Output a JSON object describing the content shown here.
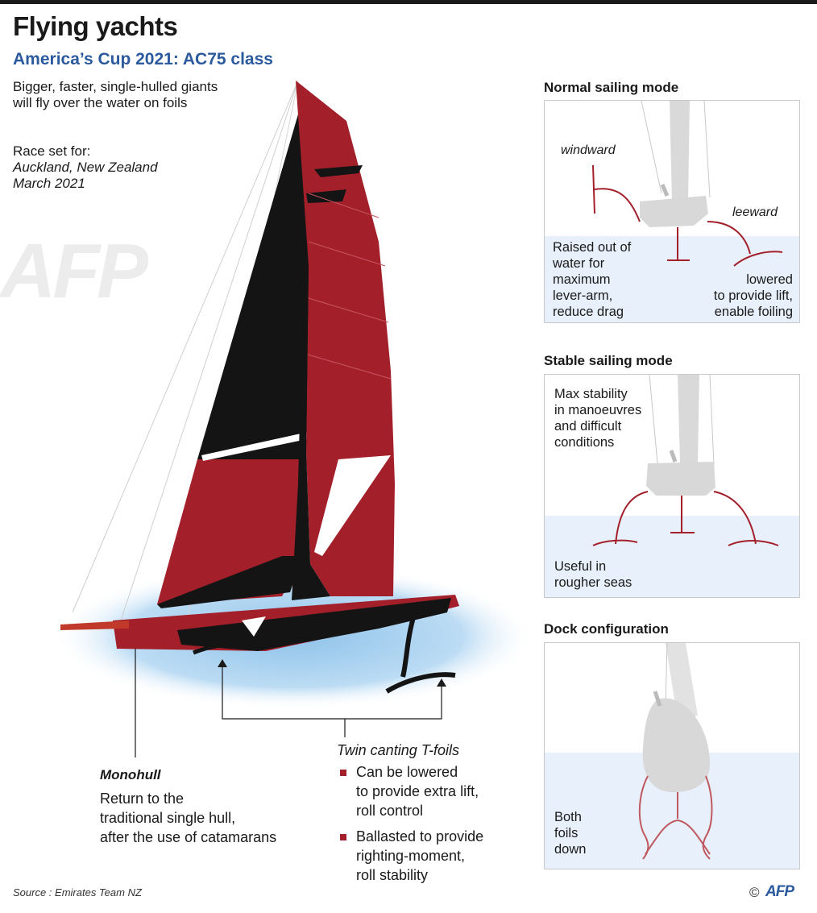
{
  "header": {
    "title": "Flying yachts",
    "subtitle": "America’s Cup 2021: AC75 class",
    "intro_line1": "Bigger, faster, single-hulled giants",
    "intro_line2": "will fly over the water on foils"
  },
  "race": {
    "label": "Race set for:",
    "location": "Auckland, New Zealand",
    "date": "March 2021"
  },
  "watermark": "AFP",
  "monohull": {
    "heading": "Monohull",
    "line1": "Return to the",
    "line2": "traditional single hull,",
    "line3": "after the use of catamarans"
  },
  "tfoils": {
    "heading": "Twin canting T-foils",
    "bullet1_line1": "Can be lowered",
    "bullet1_line2": "to provide extra lift,",
    "bullet1_line3": "roll control",
    "bullet2_line1": "Ballasted to provide",
    "bullet2_line2": "righting-moment,",
    "bullet2_line3": "roll stability"
  },
  "panels": {
    "normal": {
      "title": "Normal sailing mode",
      "windward": "windward",
      "leeward": "leeward",
      "left_text": [
        "Raised out of",
        "water for",
        "maximum",
        "lever-arm,",
        "reduce drag"
      ],
      "right_text": [
        "lowered",
        "to provide lift,",
        "enable foiling"
      ]
    },
    "stable": {
      "title": "Stable sailing mode",
      "top_text": [
        "Max stability",
        "in manoeuvres",
        "and difficult",
        "conditions"
      ],
      "bottom_text": [
        "Useful in",
        "rougher seas"
      ]
    },
    "dock": {
      "title": "Dock configuration",
      "text": [
        "Both",
        "foils",
        "down"
      ]
    }
  },
  "footer": {
    "source": "Source : Emirates Team NZ",
    "copyright": "©",
    "agency": "AFP"
  },
  "colors": {
    "sail_red": "#a3202b",
    "sail_black": "#141414",
    "accent_blue": "#2b5a9e",
    "water": "#e8f0fb"
  }
}
